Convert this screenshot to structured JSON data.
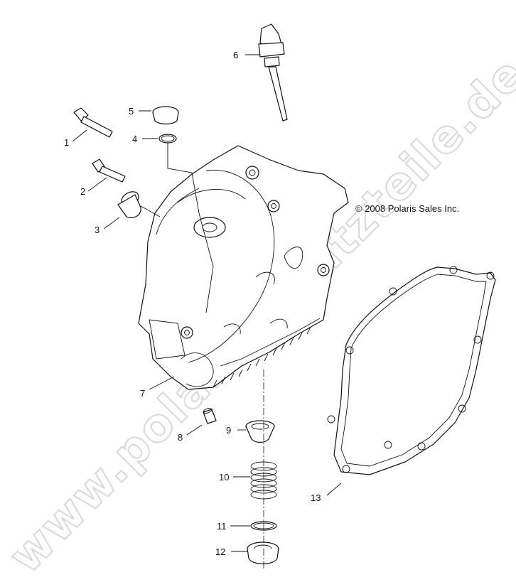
{
  "diagram": {
    "copyright": "© 2008 Polaris Sales Inc.",
    "watermark": "www.polarisersatzteile.de",
    "callouts": [
      {
        "id": "1",
        "label": "1"
      },
      {
        "id": "2",
        "label": "2"
      },
      {
        "id": "3",
        "label": "3"
      },
      {
        "id": "4",
        "label": "4"
      },
      {
        "id": "5",
        "label": "5"
      },
      {
        "id": "6",
        "label": "6"
      },
      {
        "id": "7",
        "label": "7"
      },
      {
        "id": "8",
        "label": "8"
      },
      {
        "id": "9",
        "label": "9"
      },
      {
        "id": "10",
        "label": "10"
      },
      {
        "id": "11",
        "label": "11"
      },
      {
        "id": "12",
        "label": "12"
      },
      {
        "id": "13",
        "label": "13"
      }
    ]
  }
}
